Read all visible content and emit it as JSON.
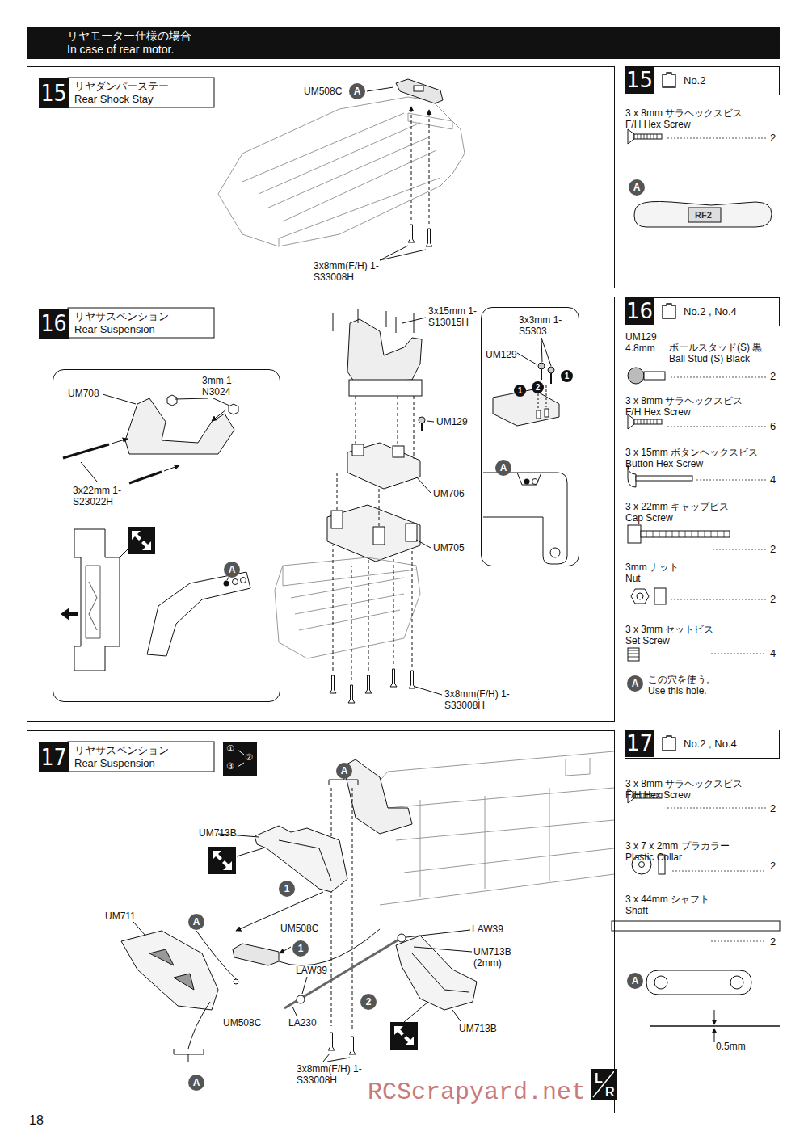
{
  "diagram": {
    "title": "リヤモーター仕様の場合 In case of rear motor.",
    "nodes": [
      {
        "text": [
          "15",
          "リヤダンパーステー Rear Shock Stay"
        ]
      },
      {
        "text": [
          "15",
          "No.2"
        ]
      },
      {
        "text": [
          "16",
          "リヤサスペンション Rear Suspension"
        ]
      },
      {
        "text": [
          "UM708",
          "3mm 1-N3024",
          "3x22mm 1-S23022H",
          "A"
        ],
        "in": 2
      },
      {
        "text": [
          "3x3mm 1-S5303",
          "UM129",
          "1",
          "2",
          "1",
          "A"
        ],
        "in": 2
      },
      {
        "text": [
          "16",
          "No.2 , No.4"
        ]
      },
      {
        "text": [
          "17",
          "リヤサスペンション Rear Suspension"
        ]
      },
      {
        "text": [
          "17",
          "No.2 , No.4"
        ]
      }
    ],
    "labels": [
      "UM508C",
      "A",
      "3x8mm(F/H) 1-S33008H",
      "3 x 8mm サラヘックスビス F/H Hex Screw",
      "2",
      "A",
      "RF2",
      "3x15mm 1-S13015H",
      "UM129",
      "UM706",
      "UM705",
      "3x8mm(F/H) 1-S33008H",
      "UM129 4.8mm",
      "ボールスタッド(S) 黒 Ball Stud (S) Black",
      "2",
      "3 x 8mm サラヘックスビス F/H Hex Screw",
      "6",
      "3 x 15mm ボタンヘックスビス Button Hex Screw",
      "4",
      "3 x 22mm キャップビス Cap Screw",
      "2",
      "3mm ナット Nut",
      "2",
      "3 x 3mm セットビス Set Screw",
      "4",
      "A",
      "この穴を使う。 Use this hole.",
      "①",
      "②",
      "③",
      "UM713B",
      "A",
      "1",
      "UM711",
      "A",
      "UM508C",
      "1",
      "LAW39",
      "UM508C",
      "LA230",
      "2",
      "3x8mm(F/H) 1-S33008H",
      "LAW39",
      "UM713B (2mm)",
      "UM713B",
      "A",
      "L",
      "R",
      "3 x 8mm サラヘックスビス F/H Hex Screw",
      "2",
      "3 x 7 x 2mm プラカラー Plastic Collar",
      "2",
      "3 x 44mm シャフト Shaft",
      "2",
      "A",
      "0.5mm",
      "18",
      "RCScrapyard.net"
    ]
  }
}
